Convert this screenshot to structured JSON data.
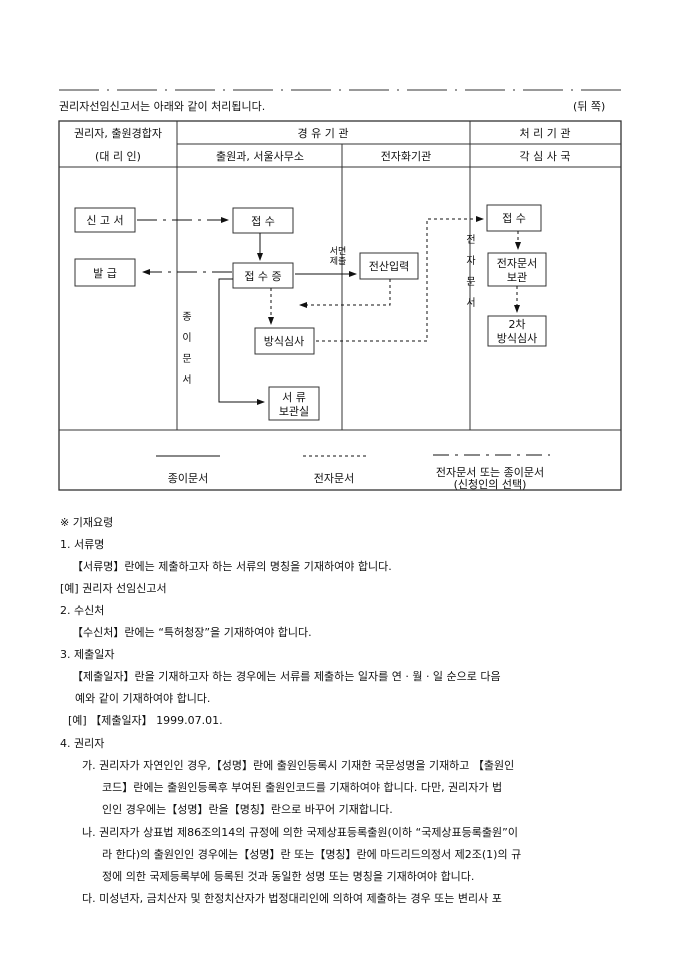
{
  "intro": "권리자선임신고서는 아래와 같이 처리됩니다.",
  "side": "(뒤 쪽)",
  "table": {
    "col1_top": "권리자, 출원경합자",
    "col1_bottom": "(대 리 인)",
    "via": "경 유 기 관",
    "proc": "처 리 기 관",
    "via_a": "출원과, 서울사무소",
    "via_b": "전자화기관",
    "proc_a": "각 심 사 국"
  },
  "flow": {
    "report": "신 고 서",
    "issue": "발      급",
    "receive": "접     수",
    "receipt": "접 수 증",
    "written1": "서면",
    "written2": "제출",
    "input": "전산입력",
    "review": "방식심사",
    "archive1": "서  류",
    "archive2": "보관실",
    "receive2": "접     수",
    "estore1": "전자문서",
    "estore2": "보관",
    "review2a": "2차",
    "review2b": "방식심사",
    "paper_v": [
      "종",
      "이",
      "문",
      "서"
    ],
    "elec_v": [
      "전",
      "자",
      "문",
      "서"
    ]
  },
  "legend": {
    "paper": "종이문서",
    "elec": "전자문서",
    "either1": "전자문서 또는 종이문서",
    "either2": "(신청인의 선택)"
  },
  "lines": [
    "※ 기재요령",
    "1. 서류명",
    "【서류명】란에는 제출하고자 하는 서류의 명칭을 기재하여야 합니다.",
    "[예] 권리자 선임신고서",
    "2. 수신처",
    "【수신처】란에는 “특허청장”을 기재하여야 합니다.",
    "3. 제출일자",
    "【제출일자】란을 기재하고자 하는 경우에는 서류를 제출하는 일자를 연 · 월 · 일 순으로 다음",
    "예와 같이 기재하여야 합니다.",
    "[예] 【제출일자】 1999.07.01.",
    "4. 권리자",
    "가. 권리자가 자연인인 경우,【성명】란에 출원인등록시 기재한 국문성명을 기재하고 【출원인",
    "코드】란에는 출원인등록후 부여된 출원인코드를 기재하여야 합니다. 다만,  권리자가 법",
    "인인 경우에는【성명】란을【명칭】란으로 바꾸어 기재합니다.",
    "나. 권리자가 상표법 제86조의14의 규정에 의한 국제상표등록출원(이하 “국제상표등록출원”이",
    "라 한다)의 출원인인 경우에는【성명】란 또는【명칭】란에 마드리드의정서 제2조(1)의 규",
    "정에 의한 국제등록부에 등록된 것과 동일한 성명 또는 명칭을 기재하여야 합니다.",
    "다. 미성년자, 금치산자 및 한정치산자가 법정대리인에 의하여 제출하는 경우 또는 변리사 포"
  ]
}
